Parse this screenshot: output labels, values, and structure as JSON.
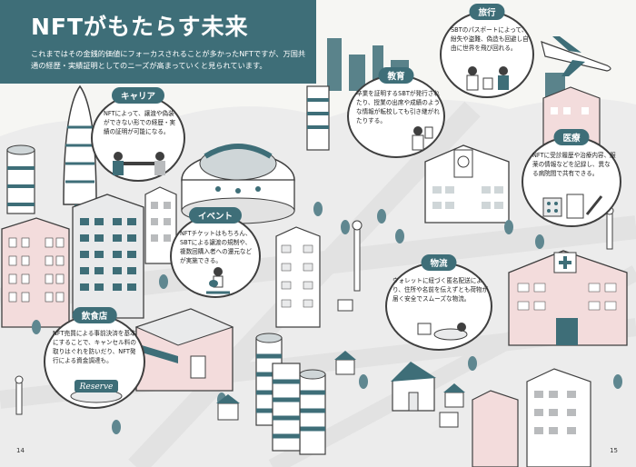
{
  "header": {
    "title": "NFTがもたらす未来",
    "intro": "これまではその金銭的価値にフォーカスされることが多かったNFTですが、万国共通の経歴・実績証明としてのニーズが高まっていくと見られています。"
  },
  "callouts": {
    "career": {
      "tag": "キャリア",
      "text": "NFTによって、譲渡や偽装ができない形での経歴・実績の証明が可能になる。"
    },
    "event": {
      "tag": "イベント",
      "text": "NFTチケットはもちろん、SBTによる譲渡の規制や、複数回購入者への還元などが実施できる。"
    },
    "education": {
      "tag": "教育",
      "text": "卒業を証明するSBTが発行されたり、授業の出席や成績のような情報が転校しても引き継がれたりする。"
    },
    "travel": {
      "tag": "旅行",
      "text": "SBTのパスポートによって、紛失や盗難、偽造も回避し自由に世界を飛び回れる。"
    },
    "medical": {
      "tag": "医療",
      "text": "NFTに受診履歴や治療内容、服薬の情報などを記録し、異なる病院間で共有できる。"
    },
    "logistics": {
      "tag": "物流",
      "text": "ウォレットに紐づく匿名配送により、住所や名前を伝えずとも荷物が届く安全でスムーズな物流。"
    },
    "food": {
      "tag": "飲食店",
      "text": "NFT売買による事前決済を基本にすることで、キャンセル料の取りはぐれを防いだり、NFT発行による資金調達も。"
    }
  },
  "signs": {
    "reserve": "Reserve"
  },
  "pages": {
    "left": "14",
    "right": "15"
  },
  "colors": {
    "teal": "#3e6e78",
    "outline": "#3f3f3f",
    "pink": "#f3dcdc",
    "gray": "#b9bbbd"
  }
}
